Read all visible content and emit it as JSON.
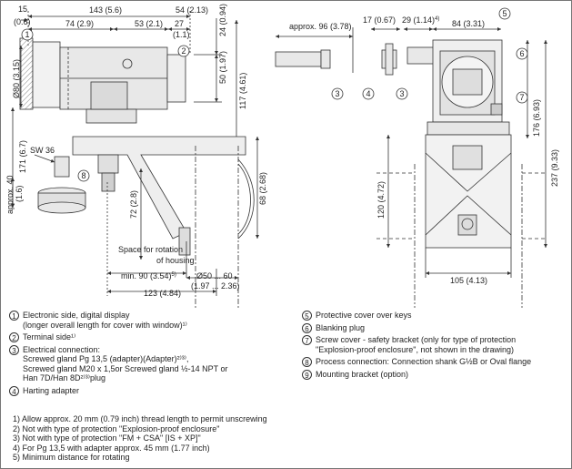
{
  "dims": {
    "d15": "15",
    "d143": "143 (5.6)",
    "d54": "54 (2.13)",
    "d06": "(0.6)",
    "d74": "74 (2.9)",
    "d53": "53 (2.1)",
    "d27": "27",
    "d11": "(1.1)",
    "d24": "24 (0.94)",
    "d50": "50 (1.97)",
    "d117": "117 (4.61)",
    "d80": "Ø80 (3.15)",
    "d171": "171 (6.7)",
    "sw36": "SW 36",
    "d40": "approx. 40",
    "d16": "(1.6)",
    "d68": "68 (2.68)",
    "d72": "72 (2.8)",
    "space1": "Space for rotation",
    "space2": "of housing",
    "min90": "min. 90 (3.54)",
    "min90sup": "5)",
    "d123": "123 (4.84)",
    "d50_60": "Ø50 ... 60",
    "d197": "(1.97 ... 2.36)",
    "approx96": "approx. 96 (3.78)",
    "d17": "17 (0.67)",
    "d29": "29 (1.14)",
    "d29sup": "4)",
    "d84": "84 (3.31)",
    "d176": "176 (6.93)",
    "d237": "237 (9.33)",
    "d120": "120 (4.72)",
    "d105": "105 (4.13)"
  },
  "markers": {
    "m1": "1",
    "m2": "2",
    "m3": "3",
    "m4": "4",
    "m5": "5",
    "m6": "6",
    "m7": "7",
    "m8": "8"
  },
  "legend_left": [
    {
      "num": "1",
      "lines": [
        "Electronic side, digital display",
        "(longer overall length for cover with window)¹⁾"
      ]
    },
    {
      "num": "2",
      "lines": [
        "Terminal side¹⁾"
      ]
    },
    {
      "num": "3",
      "lines": [
        "Electrical connection:",
        "Screwed gland Pg 13,5 (adapter)(Adapter)²⁾³⁾,",
        "Screwed gland M20 x 1,5or Screwed gland ½-14 NPT or",
        "Han 7D/Han 8D²⁾³⁾plug"
      ]
    },
    {
      "num": "4",
      "lines": [
        "Harting adapter"
      ]
    }
  ],
  "legend_right": [
    {
      "num": "5",
      "lines": [
        "Protective cover over keys"
      ]
    },
    {
      "num": "6",
      "lines": [
        "Blanking plug"
      ]
    },
    {
      "num": "7",
      "lines": [
        "Screw cover - safety bracket (only for type of protection",
        "\"Explosion-proof enclosure\", not shown in the drawing)"
      ]
    },
    {
      "num": "8",
      "lines": [
        "Process connection: Connection shank G½B or Oval flange"
      ]
    },
    {
      "num": "9",
      "lines": [
        "Mounting bracket (option)"
      ]
    }
  ],
  "footnotes": [
    "1)  Allow  approx. 20 mm (0.79 inch) thread length to permit unscrewing",
    "2)  Not with type of protection \"Explosion-proof enclosure\"",
    "3)  Not with type of protection \"FM + CSA\" [IS + XP]\"",
    "4)  For Pg 13,5 with adapter approx. 45 mm (1.77 inch)",
    "5)  Minimum distance for rotating"
  ]
}
